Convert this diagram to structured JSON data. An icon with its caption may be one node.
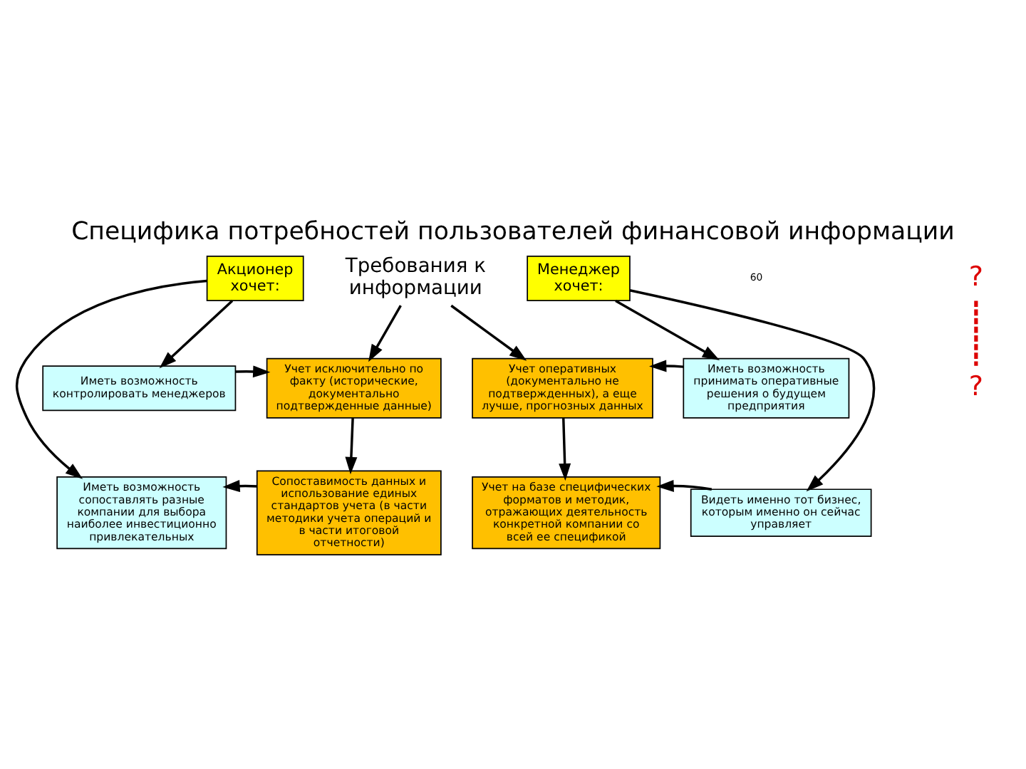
{
  "diagram": {
    "title": "Специфика потребностей пользователей финансовой информации",
    "nodes": [
      {
        "text": [
          "Акционер хочет:"
        ]
      },
      {
        "text": [
          "Требования к информации"
        ]
      },
      {
        "text": [
          "Менеджер хочет:"
        ]
      },
      {
        "text": [
          "Иметь возможность контролировать менеджеров"
        ]
      },
      {
        "text": [
          "Учет исключительно по факту (исторические, документально подтвержденные данные)"
        ]
      },
      {
        "text": [
          "Учет оперативных (документально не подтвержденных), а еще лучше, прогнозных данных"
        ]
      },
      {
        "text": [
          "Иметь возможность принимать оперативные решения о будущем предприятия"
        ]
      },
      {
        "text": [
          "Иметь возможность сопоставлять разные компании для выбора наиболее инвестиционно привлекательных"
        ]
      },
      {
        "text": [
          "Сопоставимость данных и использование единых стандартов учета (в части методики учета операций и в части итоговой отчетности)"
        ]
      },
      {
        "text": [
          "Учет на базе специфических форматов и методик, отражающих деятельность конкретной компании со всей ее спецификой"
        ]
      },
      {
        "text": [
          "Видеть именно тот бизнес, которым именно он сейчас управляет"
        ]
      }
    ],
    "edges": [
      {
        "from": 0,
        "to": 3,
        "arrow": "to"
      },
      {
        "from": 0,
        "to": 7,
        "arrow": "to"
      },
      {
        "from": 3,
        "to": 4,
        "arrow": "to"
      },
      {
        "from": 1,
        "to": 4,
        "arrow": "to"
      },
      {
        "from": 1,
        "to": 5,
        "arrow": "to"
      },
      {
        "from": 2,
        "to": 6,
        "arrow": "to"
      },
      {
        "from": 2,
        "to": 10,
        "arrow": "to"
      },
      {
        "from": 6,
        "to": 5,
        "arrow": "to"
      },
      {
        "from": 4,
        "to": 8,
        "arrow": "to"
      },
      {
        "from": 5,
        "to": 9,
        "arrow": "to"
      },
      {
        "from": 8,
        "to": 7,
        "arrow": "to"
      },
      {
        "from": 10,
        "to": 9,
        "arrow": "to"
      }
    ],
    "labels": [
      "60",
      "?",
      "?"
    ]
  }
}
